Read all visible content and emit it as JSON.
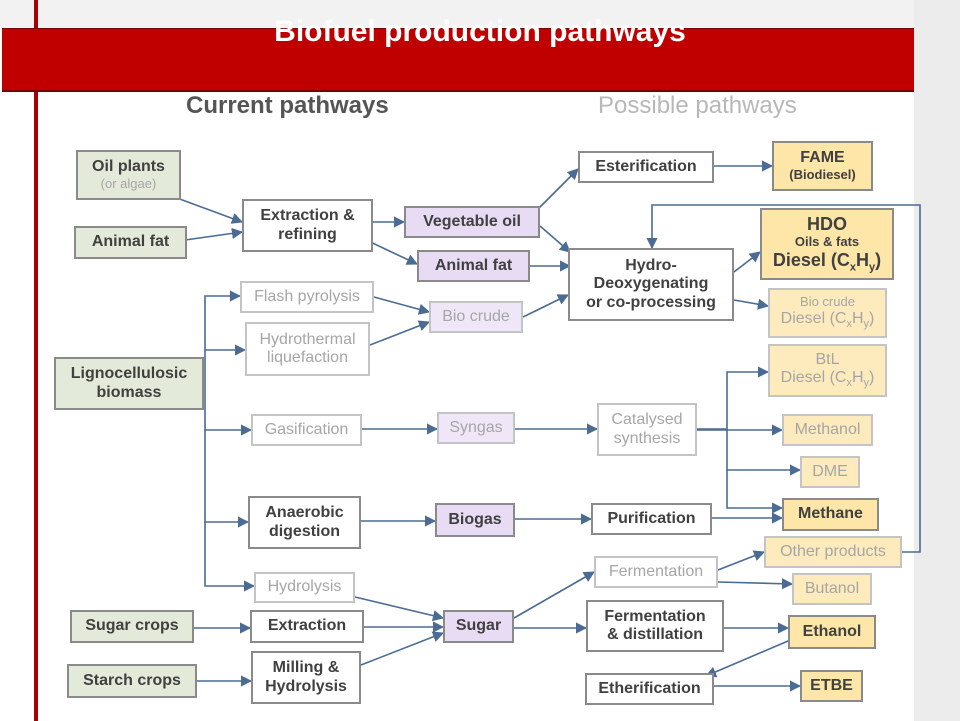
{
  "title": "Biofuel production pathways",
  "headings": {
    "current": "Current pathways",
    "possible": "Possible pathways"
  },
  "sources": {
    "oil_plants": {
      "line1": "Oil plants",
      "line2": "(or algae)"
    },
    "animal_fat": "Animal fat",
    "lignocellulosic": {
      "line1": "Lignocellulosic",
      "line2": "biomass"
    },
    "sugar_crops": "Sugar crops",
    "starch_crops": "Starch crops"
  },
  "processes": {
    "extraction_refining": {
      "line1": "Extraction &",
      "line2": "refining"
    },
    "flash_pyrolysis": "Flash pyrolysis",
    "hydrothermal": {
      "line1": "Hydrothermal",
      "line2": "liquefaction"
    },
    "gasification": "Gasification",
    "anaerobic": {
      "line1": "Anaerobic",
      "line2": "digestion"
    },
    "hydrolysis": "Hydrolysis",
    "extraction": "Extraction",
    "milling": {
      "line1": "Milling &",
      "line2": "Hydrolysis"
    },
    "esterification": "Esterification",
    "hydro": {
      "line1": "Hydro-",
      "line2": "Deoxygenating",
      "line3": "or co-processing"
    },
    "catalysed": {
      "line1": "Catalysed",
      "line2": "synthesis"
    },
    "purification": "Purification",
    "fermentation": "Fermentation",
    "ferm_dist": {
      "line1": "Fermentation",
      "line2": "& distillation"
    },
    "etherification": "Etherification"
  },
  "intermediates": {
    "vegetable_oil": "Vegetable oil",
    "animal_fat": "Animal fat",
    "bio_crude": "Bio crude",
    "syngas": "Syngas",
    "biogas": "Biogas",
    "sugar": "Sugar"
  },
  "products": {
    "fame": {
      "line1": "FAME",
      "line2": "(Biodiesel)"
    },
    "hdo": {
      "line1": "HDO",
      "line2": "Oils & fats",
      "line3_prefix": "Diesel (C",
      "x": "x",
      "h": "H",
      "y": "y",
      "close": ")"
    },
    "biocrude_diesel": {
      "line1": "Bio crude",
      "line2_prefix": "Diesel (C",
      "x": "x",
      "h": "H",
      "y": "y",
      "close": ")"
    },
    "btl": {
      "line1": "BtL",
      "line2_prefix": "Diesel (C",
      "x": "x",
      "h": "H",
      "y": "y",
      "close": ")"
    },
    "methanol": "Methanol",
    "dme": "DME",
    "methane": "Methane",
    "other": "Other products",
    "butanol": "Butanol",
    "ethanol": "Ethanol",
    "etbe": "ETBE"
  },
  "colors": {
    "banner": "#c00000",
    "source_fill": "#e3ead9",
    "intermediate_fill": "#e8dcf4",
    "product_fill": "#fde6a8",
    "arrow": "#4a6b94"
  }
}
